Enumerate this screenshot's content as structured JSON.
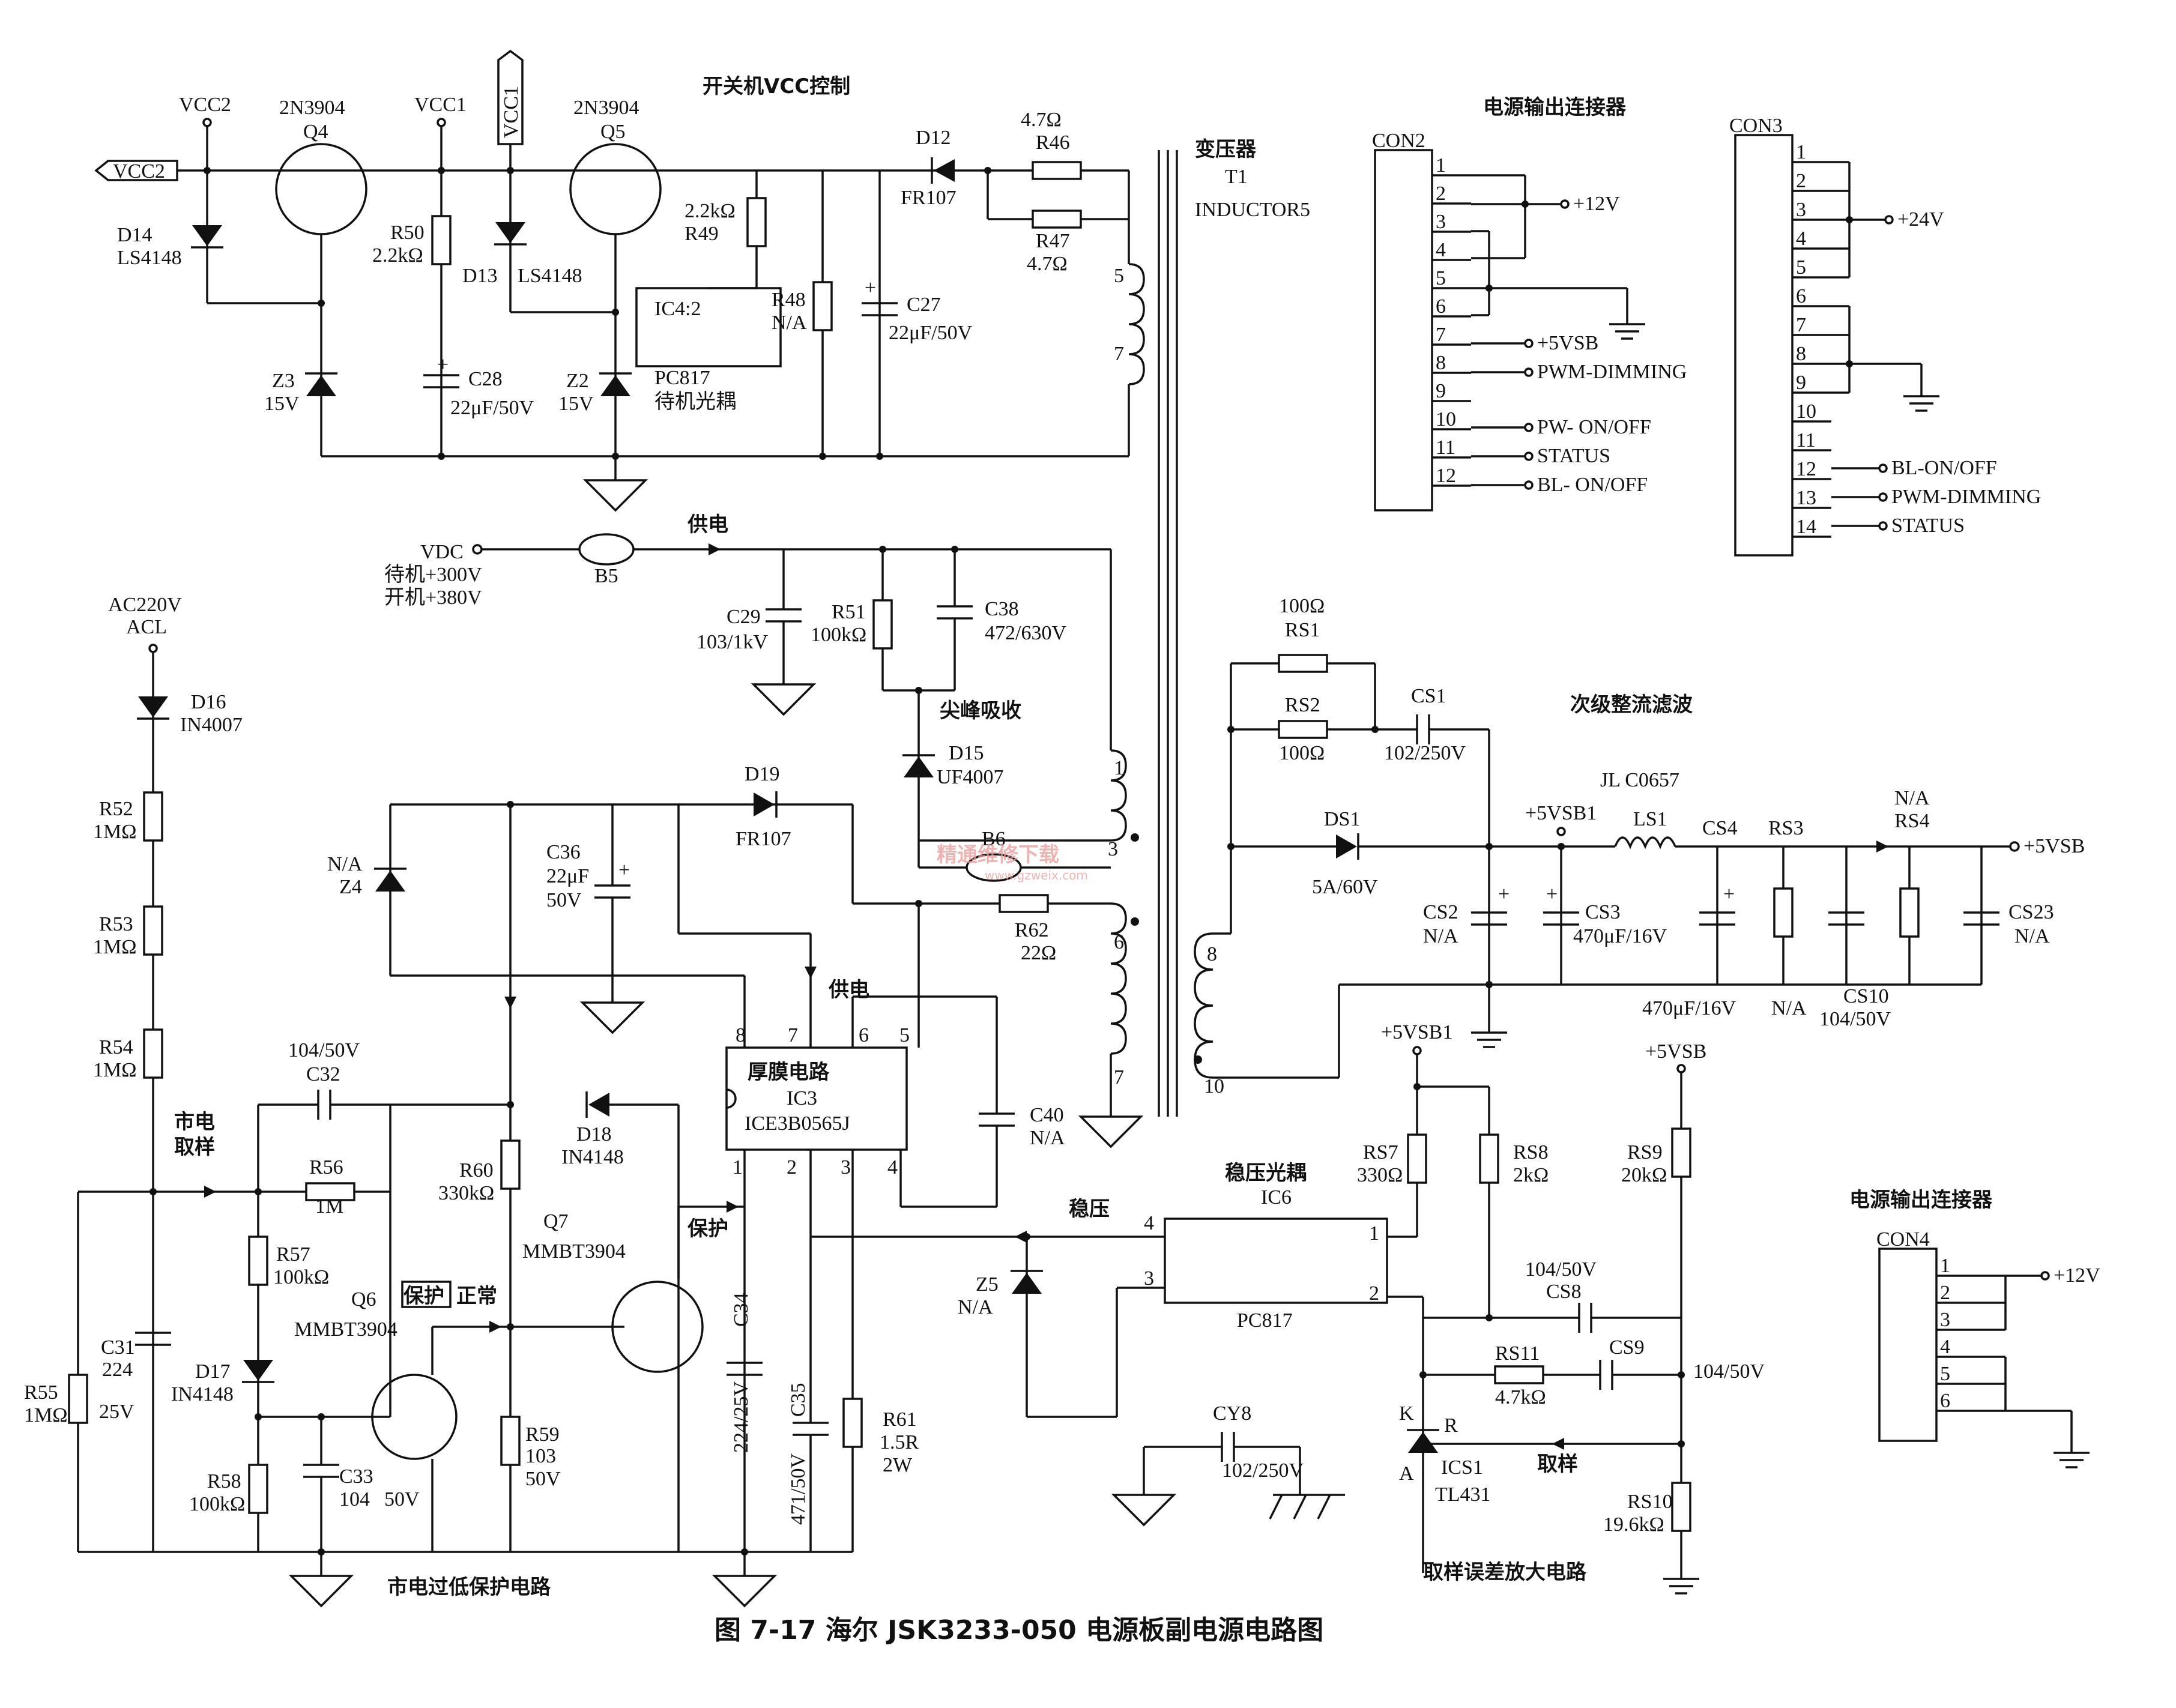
{
  "caption": "图 7-17    海尔 JSK3233-050 电源板副电源电路图",
  "section_labels": {
    "vcc_control": "开关机VCC控制",
    "transformer": "变压器",
    "output_connector_top": "电源输出连接器",
    "output_connector_bottom": "电源输出连接器",
    "secondary_rect": "次级整流滤波",
    "snubber": "尖峰吸收",
    "supply": "供电",
    "supply_ic": "供电",
    "mains_sample": "市电\n取样",
    "mains_low_protect": "市电过低保护电路",
    "sampling_amp": "取样误差放大电路",
    "regulate": "稳压",
    "regulate_coupler": "稳压光耦",
    "protect": "保护",
    "protect_box": "保护",
    "normal": "正常",
    "sample": "取样",
    "standby_coupler": "待机光耦"
  },
  "labels": {
    "vcc2_top": "VCC2",
    "vcc2_flag": "VCC2",
    "vcc1_top": "VCC1",
    "vcc1_flag": "VCC1",
    "q4_type": "2N3904",
    "q4": "Q4",
    "q5_type": "2N3904",
    "q5": "Q5",
    "d14": "D14",
    "d14_v": "LS4148",
    "r50": "R50",
    "r50_v": "2.2kΩ",
    "d13": "D13",
    "d13_v": "LS4148",
    "r49_v": "2.2kΩ",
    "r49": "R49",
    "ic4": "IC4:2",
    "pc817_top": "PC817",
    "r48": "R48",
    "r48_v": "N/A",
    "c27": "C27",
    "c27_v": "22μF/50V",
    "d12": "D12",
    "d12_v": "FR107",
    "r46_v": "4.7Ω",
    "r46": "R46",
    "r47": "R47",
    "r47_v": "4.7Ω",
    "t1": "T1",
    "inductor5": "INDUCTOR5",
    "z3": "Z3",
    "z3_v": "15V",
    "c28": "C28",
    "c28_v": "22μF/50V",
    "z2": "Z2",
    "z2_v": "15V",
    "pin5_top": "5",
    "pin7_top": "7",
    "vdc": "VDC",
    "vdc_standby": "待机+300V",
    "vdc_on": "开机+380V",
    "b5": "B5",
    "c29": "C29",
    "c29_v": "103/1kV",
    "r51": "R51",
    "r51_v": "100kΩ",
    "c38": "C38",
    "c38_v": "472/630V",
    "ac220": "AC220V",
    "acl": "ACL",
    "d16": "D16",
    "d16_v": "IN4007",
    "r52": "R52",
    "r52_v": "1MΩ",
    "r53": "R53",
    "r53_v": "1MΩ",
    "r54": "R54",
    "r54_v": "1MΩ",
    "d15": "D15",
    "d15_v": "UF4007",
    "d19": "D19",
    "d19_v": "FR107",
    "z4_na": "N/A",
    "z4": "Z4",
    "c36": "C36",
    "c36_v1": "22μF",
    "c36_v2": "50V",
    "b6": "B6",
    "r62": "R62",
    "r62_v": "22Ω",
    "pin1": "1",
    "pin3": "3",
    "pin6": "6",
    "pin7_bot": "7",
    "pin8": "8",
    "pin10": "10",
    "ic3_name": "厚膜电路",
    "ic3": "IC3",
    "ic3_v": "ICE3B0565J",
    "ic3_p8": "8",
    "ic3_p7": "7",
    "ic3_p6": "6",
    "ic3_p5": "5",
    "ic3_p1": "1",
    "ic3_p2": "2",
    "ic3_p3": "3",
    "ic3_p4": "4",
    "c40": "C40",
    "c40_v": "N/A",
    "c32_v": "104/50V",
    "c32": "C32",
    "d18": "D18",
    "d18_v": "IN4148",
    "r56": "R56",
    "r56_v": "1M",
    "r60": "R60",
    "r60_v": "330kΩ",
    "q7": "Q7",
    "q7_v": "MMBT3904",
    "r57": "R57",
    "r57_v": "100kΩ",
    "q6": "Q6",
    "q6_v": "MMBT3904",
    "c31": "C31",
    "c31_v": "224",
    "c31_v2": "25V",
    "r55": "R55",
    "r55_v": "1MΩ",
    "d17": "D17",
    "d17_v": "IN4148",
    "r58": "R58",
    "r58_v": "100kΩ",
    "c33": "C33",
    "c33_v": "104",
    "c33_v2": "50V",
    "r59": "R59",
    "r59_v": "103",
    "r59_v2": "50V",
    "c34": "C34",
    "c34_v": "224/25V",
    "c35": "C35",
    "c35_v": "471/50V",
    "r61": "R61",
    "r61_v": "1.5R",
    "r61_v2": "2W",
    "z5": "Z5",
    "z5_v": "N/A",
    "ic6": "IC6",
    "pc817_bot": "PC817",
    "cy8": "CY8",
    "cy8_v": "102/250V",
    "rs1_v": "100Ω",
    "rs1": "RS1",
    "rs2": "RS2",
    "rs2_v": "100Ω",
    "cs1": "CS1",
    "cs1_v": "102/250V",
    "ds1": "DS1",
    "ds1_v": "5A/60V",
    "jl": "JL C0657",
    "p5vsb1": "+5VSB1",
    "ls1": "LS1",
    "cs4": "CS4",
    "rs3": "RS3",
    "rs4_na": "N/A",
    "rs4": "RS4",
    "p5vsb_out": "+5VSB",
    "cs2": "CS2",
    "cs2_v": "N/A",
    "cs3": "CS3",
    "cs3_v": "470μF/16V",
    "cs23": "CS23",
    "cs23_v": "N/A",
    "cs4_v": "470μF/16V",
    "rs3_v": "N/A",
    "cs10": "CS10",
    "cs10_v": "104/50V",
    "p5vsb1_b": "+5VSB1",
    "p5vsb_b": "+5VSB",
    "rs7": "RS7",
    "rs7_v": "330Ω",
    "rs8": "RS8",
    "rs8_v": "2kΩ",
    "rs9": "RS9",
    "rs9_v": "20kΩ",
    "cs8_v": "104/50V",
    "cs8": "CS8",
    "rs11": "RS11",
    "rs11_v": "4.7kΩ",
    "cs9": "CS9",
    "cs9_v": "104/50V",
    "ics1": "ICS1",
    "ics1_v": "TL431",
    "rs10": "RS10",
    "rs10_v": "19.6kΩ",
    "k": "K",
    "r": "R",
    "a": "A",
    "ic6_p4": "4",
    "ic6_p3": "3",
    "ic6_p1": "1",
    "ic6_p2": "2",
    "con2": "CON2",
    "con3": "CON3",
    "con4": "CON4",
    "p12v_con2": "+12V",
    "p5vsb_con2": "+5VSB",
    "pwm_con2": "PWM-DIMMING",
    "pwon": "PW- ON/OFF",
    "status_con2": "STATUS",
    "blon_con2": "BL- ON/OFF",
    "p24v": "+24V",
    "blon_con3": "BL-ON/OFF",
    "pwm_con3": "PWM-DIMMING",
    "status_con3": "STATUS",
    "p12v_con4": "+12V"
  },
  "pins": {
    "con2": [
      "1",
      "2",
      "3",
      "4",
      "5",
      "6",
      "7",
      "8",
      "9",
      "10",
      "11",
      "12"
    ],
    "con3": [
      "1",
      "2",
      "3",
      "4",
      "5",
      "6",
      "7",
      "8",
      "9",
      "10",
      "11",
      "12",
      "13",
      "14"
    ],
    "con4": [
      "1",
      "2",
      "3",
      "4",
      "5",
      "6"
    ]
  },
  "watermark": {
    "main": "精通维修下载",
    "url": "www.gzweix.com"
  }
}
